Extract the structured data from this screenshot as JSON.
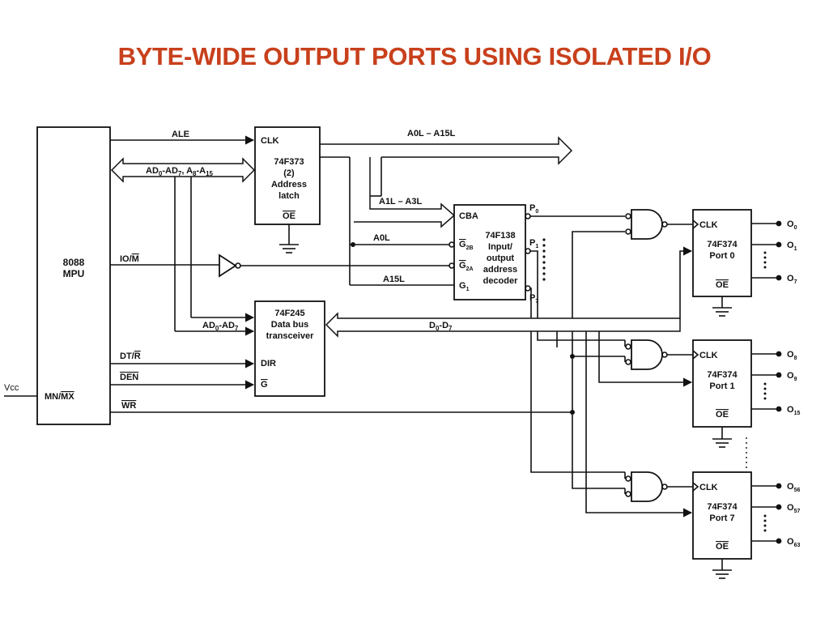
{
  "title": "BYTE-WIDE OUTPUT PORTS USING ISOLATED I/O",
  "colors": {
    "title": "#c8401c",
    "ink": "#111111"
  },
  "mpu": {
    "line1": "8088",
    "line2": "MPU"
  },
  "mpu_pins": {
    "ale": "ALE",
    "ad": "AD",
    "iom": "IO/",
    "iom_bar": "M",
    "dtr": "DT/",
    "dtr_bar": "R",
    "den": "DEN",
    "mnmx": "MN/",
    "mnmx_bar": "MX",
    "wr": "WR",
    "vcc": "Vcc"
  },
  "latch": {
    "clk": "CLK",
    "name": "74F373",
    "count": "(2)",
    "line3": "Address",
    "line4": "latch",
    "oe": "OE"
  },
  "transceiver": {
    "name": "74F245",
    "line2": "Data bus",
    "line3": "transceiver",
    "dir": "DIR",
    "g": "G"
  },
  "decoder": {
    "cba": "CBA",
    "g2b": "G",
    "g2b_sub": "2B",
    "g2a": "G",
    "g2a_sub": "2A",
    "g1": "G",
    "g1_sub": "1",
    "name": "74F138",
    "line2": "Input/",
    "line3": "output",
    "line4": "address",
    "line5": "decoder",
    "p0": "P",
    "p0_sub": "0",
    "p1": "P",
    "p1_sub": "1",
    "p7": "P",
    "p7_sub": "7"
  },
  "buses": {
    "a0l_a15l": "A0L – A15L",
    "a1l_a3l": "A1L – A3L",
    "a0l": "A0L",
    "a15l": "A15L",
    "ad_mux_a": "AD",
    "ad_mux_b": "-AD",
    "ad_mux_c": ", A",
    "ad_mux_d": "-A",
    "ad_lower_a": "AD",
    "ad_lower_b": "-AD",
    "data_a": "D",
    "data_b": "-D"
  },
  "subs": {
    "zero": "0",
    "seven": "7",
    "eight": "8",
    "fifteen": "15"
  },
  "ports": [
    {
      "clk": "CLK",
      "name": "74F374",
      "port": "Port 0",
      "oe": "OE",
      "out_top": "O",
      "out_top_sub": "0",
      "out_mid": "O",
      "out_mid_sub": "1",
      "out_bot": "O",
      "out_bot_sub": "7"
    },
    {
      "clk": "CLK",
      "name": "74F374",
      "port": "Port 1",
      "oe": "OE",
      "out_top": "O",
      "out_top_sub": "8",
      "out_mid": "O",
      "out_mid_sub": "9",
      "out_bot": "O",
      "out_bot_sub": "15"
    },
    {
      "clk": "CLK",
      "name": "74F374",
      "port": "Port 7",
      "oe": "OE",
      "out_top": "O",
      "out_top_sub": "56",
      "out_mid": "O",
      "out_mid_sub": "57",
      "out_bot": "O",
      "out_bot_sub": "63"
    }
  ]
}
